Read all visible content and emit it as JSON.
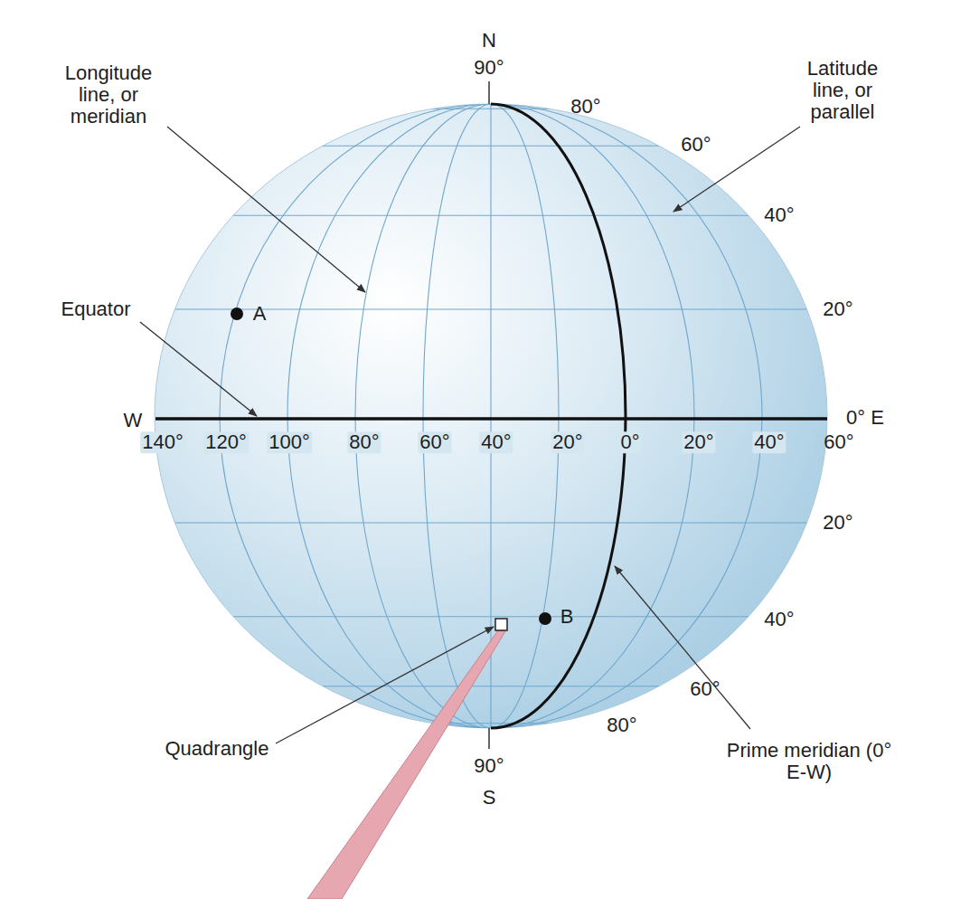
{
  "diagram": {
    "labels": [
      "N",
      "90°",
      "Longitude line, or meridian",
      "80°",
      "Latitude line, or parallel",
      "60°",
      "40°",
      "A",
      "Equator",
      "20°",
      "W",
      "0° E",
      "140°",
      "120°",
      "100°",
      "80°",
      "60°",
      "40°",
      "20°",
      "0°",
      "20°",
      "40°",
      "60°",
      "20°",
      "B",
      "40°",
      "60°",
      "Quadrangle",
      "80°",
      "Prime meridian (0° E-W)",
      "90°",
      "S"
    ]
  }
}
